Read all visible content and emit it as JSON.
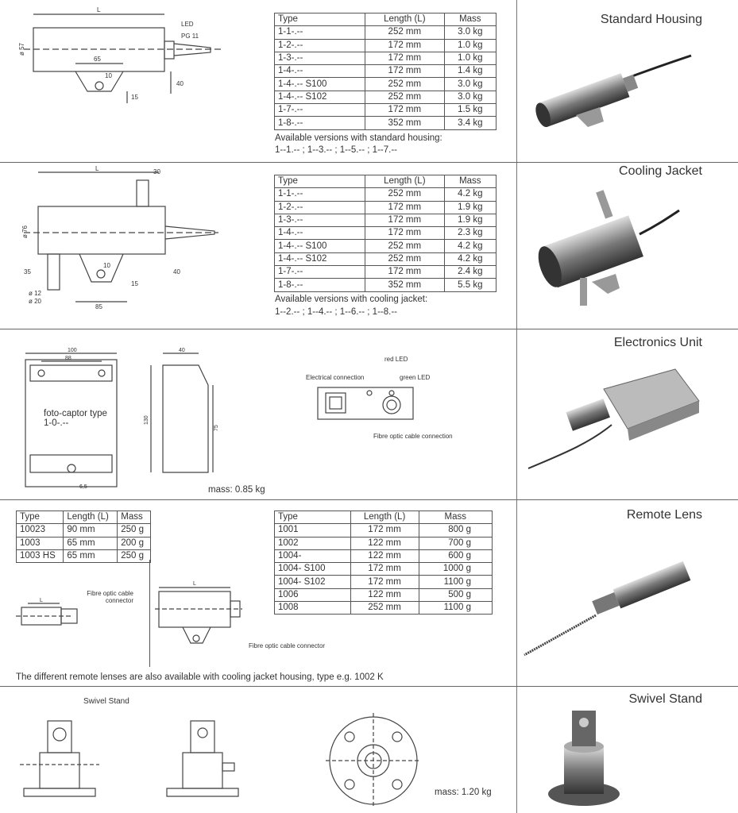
{
  "sections": {
    "standard": {
      "title": "Standard Housing",
      "headers": [
        "Type",
        "Length (L)",
        "Mass"
      ],
      "rows": [
        [
          "1-1-.--",
          "252 mm",
          "3.0 kg"
        ],
        [
          "1-2-.--",
          "172 mm",
          "1.0 kg"
        ],
        [
          "1-3-.--",
          "172 mm",
          "1.0 kg"
        ],
        [
          "1-4-.--",
          "172 mm",
          "1.4 kg"
        ],
        [
          "1-4-.-- S100",
          "252 mm",
          "3.0 kg"
        ],
        [
          "1-4-.-- S102",
          "252 mm",
          "3.0 kg"
        ],
        [
          "1-7-.--",
          "172 mm",
          "1.5 kg"
        ],
        [
          "1-8-.--",
          "352 mm",
          "3.4 kg"
        ]
      ],
      "note1": "Available versions with standard housing:",
      "note2": "1--1.--  ;  1--3.--  ;  1--5.--  ;  1--7.--",
      "labels": {
        "L": "L",
        "led": "LED",
        "pg": "PG 11",
        "d57": "ø 57",
        "w65": "65",
        "w10": "10",
        "h15": "15",
        "h40": "40"
      }
    },
    "cooling": {
      "title": "Cooling Jacket",
      "headers": [
        "Type",
        "Length (L)",
        "Mass"
      ],
      "rows": [
        [
          "1-1-.--",
          "252 mm",
          "4.2 kg"
        ],
        [
          "1-2-.--",
          "172 mm",
          "1.9 kg"
        ],
        [
          "1-3-.--",
          "172 mm",
          "1.9 kg"
        ],
        [
          "1-4-.--",
          "172 mm",
          "2.3 kg"
        ],
        [
          "1-4-.-- S100",
          "252 mm",
          "4.2 kg"
        ],
        [
          "1-4-.-- S102",
          "252 mm",
          "4.2 kg"
        ],
        [
          "1-7-.--",
          "172 mm",
          "2.4 kg"
        ],
        [
          "1-8-.--",
          "352 mm",
          "5.5 kg"
        ]
      ],
      "note1": "Available versions with cooling jacket:",
      "note2": "1--2.--  ;  1--4.--  ;  1--6.--  ;  1--8.--",
      "labels": {
        "L": "L",
        "w30": "30",
        "d76": "ø 76",
        "d12": "ø 12",
        "d20": "ø 20",
        "h35": "35",
        "w85": "85",
        "w10": "10",
        "h15": "15",
        "h40": "40"
      }
    },
    "electronics": {
      "title": "Electronics Unit",
      "caption": "foto-captor type 1-0-.--",
      "mass": "mass: 0.85 kg",
      "labels": {
        "red_led": "red LED",
        "green_led": "green LED",
        "elec": "Electrical connection",
        "fibre": "Fibre optic cable connection",
        "w100": "100",
        "w88": "88",
        "w40": "40",
        "h130": "130",
        "h75": "75",
        "w65": "6,5"
      }
    },
    "remote": {
      "title": "Remote Lens",
      "small_headers": [
        "Type",
        "Length (L)",
        "Mass"
      ],
      "small_rows": [
        [
          "10023",
          "90 mm",
          "250 g"
        ],
        [
          "1003",
          "65 mm",
          "200 g"
        ],
        [
          "1003 HS",
          "65 mm",
          "250 g"
        ]
      ],
      "headers": [
        "Type",
        "Length (L)",
        "Mass"
      ],
      "rows": [
        [
          "1001",
          "172 mm",
          "800 g"
        ],
        [
          "1002",
          "122 mm",
          "700 g"
        ],
        [
          "1004-",
          "122 mm",
          "600 g"
        ],
        [
          "1004- S100",
          "172 mm",
          "1000 g"
        ],
        [
          "1004- S102",
          "172 mm",
          "1100 g"
        ],
        [
          "1006",
          "122 mm",
          "500 g"
        ],
        [
          "1008",
          "252 mm",
          "1100 g"
        ]
      ],
      "connector1": "Fibre optic cable connector",
      "connector2": "Fibre optic cable connector",
      "note": "The different remote lenses are also available with cooling jacket housing, type e.g. 1002 K"
    },
    "swivel": {
      "title": "Swivel Stand",
      "caption": "Swivel Stand",
      "mass": "mass: 1.20 kg"
    }
  }
}
